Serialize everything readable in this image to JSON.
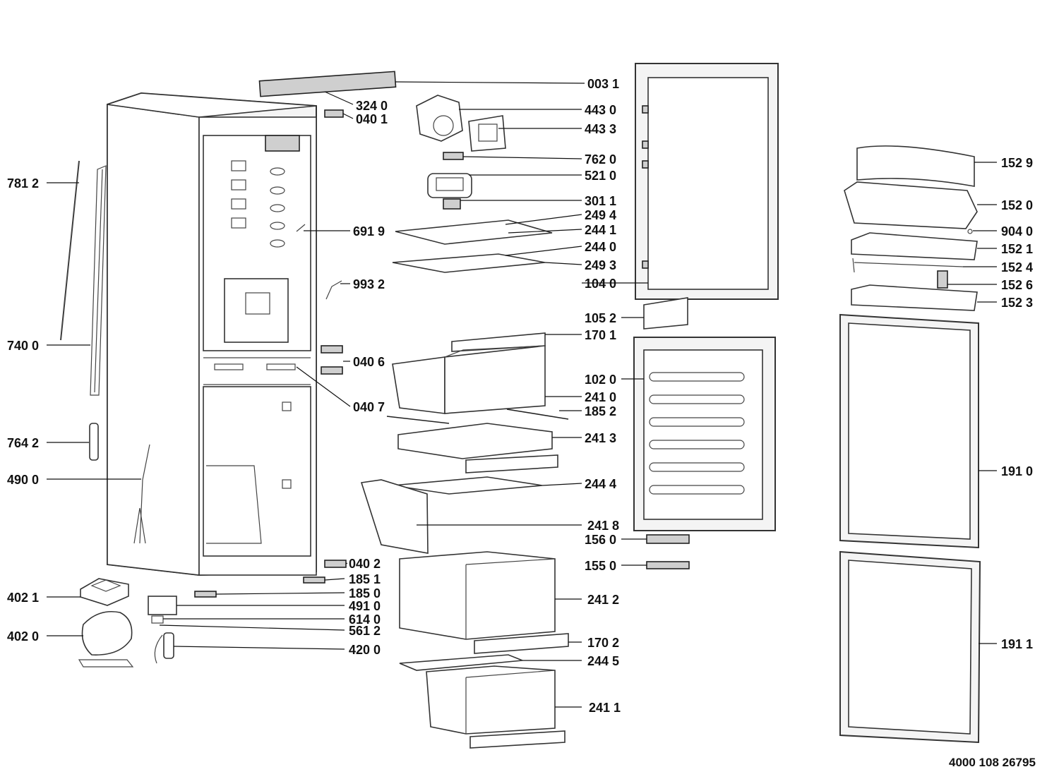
{
  "document_code": "4000 108 26795",
  "labels": [
    {
      "id": "781-2",
      "text": "781 2"
    },
    {
      "id": "740-0",
      "text": "740 0"
    },
    {
      "id": "764-2",
      "text": "764 2"
    },
    {
      "id": "490-0",
      "text": "490 0"
    },
    {
      "id": "402-1",
      "text": "402 1"
    },
    {
      "id": "402-0",
      "text": "402 0"
    },
    {
      "id": "324-0",
      "text": "324 0"
    },
    {
      "id": "040-1",
      "text": "040 1"
    },
    {
      "id": "691-9",
      "text": "691 9"
    },
    {
      "id": "993-2",
      "text": "993 2"
    },
    {
      "id": "040-6",
      "text": "040 6"
    },
    {
      "id": "040-7",
      "text": "040 7"
    },
    {
      "id": "040-2",
      "text": "040 2"
    },
    {
      "id": "185-1",
      "text": "185 1"
    },
    {
      "id": "185-0",
      "text": "185 0"
    },
    {
      "id": "491-0",
      "text": "491 0"
    },
    {
      "id": "614-0",
      "text": "614 0"
    },
    {
      "id": "561-2",
      "text": "561 2"
    },
    {
      "id": "420-0",
      "text": "420 0"
    },
    {
      "id": "003-1",
      "text": "003 1"
    },
    {
      "id": "443-0",
      "text": "443 0"
    },
    {
      "id": "443-3",
      "text": "443 3"
    },
    {
      "id": "762-0",
      "text": "762 0"
    },
    {
      "id": "521-0",
      "text": "521 0"
    },
    {
      "id": "301-1",
      "text": "301 1"
    },
    {
      "id": "249-4",
      "text": "249 4"
    },
    {
      "id": "244-1",
      "text": "244 1"
    },
    {
      "id": "244-0",
      "text": "244 0"
    },
    {
      "id": "249-3",
      "text": "249 3"
    },
    {
      "id": "104-0",
      "text": "104 0"
    },
    {
      "id": "105-2",
      "text": "105 2"
    },
    {
      "id": "170-1",
      "text": "170 1"
    },
    {
      "id": "102-0",
      "text": "102 0"
    },
    {
      "id": "241-0",
      "text": "241 0"
    },
    {
      "id": "185-2",
      "text": "185 2"
    },
    {
      "id": "241-3",
      "text": "241 3"
    },
    {
      "id": "244-4",
      "text": "244 4"
    },
    {
      "id": "241-8",
      "text": "241 8"
    },
    {
      "id": "156-0",
      "text": "156 0"
    },
    {
      "id": "155-0",
      "text": "155 0"
    },
    {
      "id": "241-2",
      "text": "241 2"
    },
    {
      "id": "170-2",
      "text": "170 2"
    },
    {
      "id": "244-5",
      "text": "244 5"
    },
    {
      "id": "241-1",
      "text": "241 1"
    },
    {
      "id": "152-9",
      "text": "152 9"
    },
    {
      "id": "152-0",
      "text": "152 0"
    },
    {
      "id": "904-0",
      "text": "904 0"
    },
    {
      "id": "152-1",
      "text": "152 1"
    },
    {
      "id": "152-4",
      "text": "152 4"
    },
    {
      "id": "152-6",
      "text": "152 6"
    },
    {
      "id": "152-3",
      "text": "152 3"
    },
    {
      "id": "191-0",
      "text": "191 0"
    },
    {
      "id": "191-1",
      "text": "191 1"
    }
  ]
}
